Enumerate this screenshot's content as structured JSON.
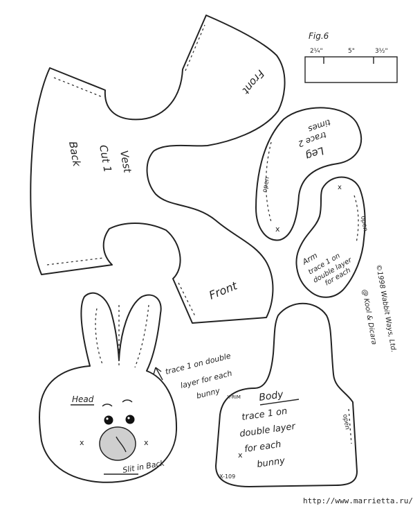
{
  "figure": {
    "label": "Fig.6",
    "dims": [
      "2¼\"",
      "5\"",
      "3½\""
    ]
  },
  "vest": {
    "back_text": "Back",
    "cut_text": "Cut 1",
    "vest_text": "Vest",
    "front_top": "Front",
    "front_bottom": "Front"
  },
  "leg": {
    "line1": "Leg",
    "line2": "trace 2",
    "line3": "times",
    "open": "open"
  },
  "arm": {
    "line1": "Arm",
    "line2": "trace 1 on",
    "line3": "double layer",
    "line4": "for each",
    "open": "open"
  },
  "copyright": {
    "line1": "©1998 Wabbit Ways, Ltd.",
    "line2": "@ Kool & Dicara"
  },
  "head": {
    "label": "Head",
    "note_line1": "trace 1 on double",
    "note_line2": "layer for each",
    "note_line3": "bunny",
    "slit": "Slit in Back",
    "xrim": "X-RIM"
  },
  "body": {
    "label": "Body",
    "line1": "trace 1 on",
    "line2": "double layer",
    "line3": "for each",
    "line4": "bunny",
    "open": "open",
    "code": "X-109"
  },
  "footer": {
    "url": "http://www.marrietta.ru/"
  }
}
